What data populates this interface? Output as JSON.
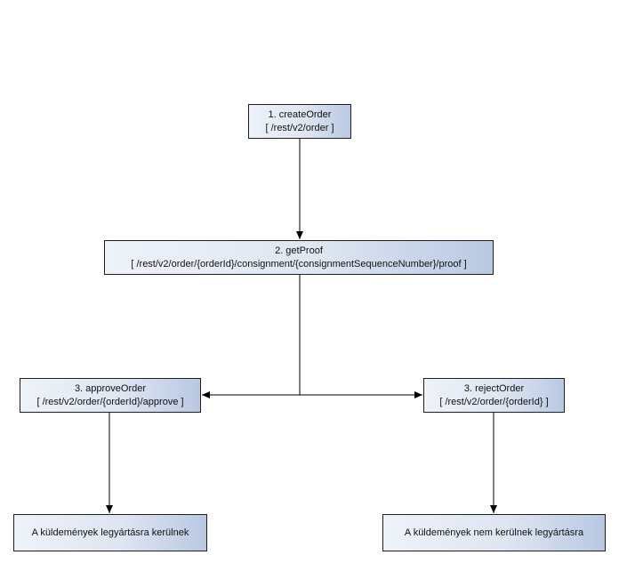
{
  "nodes": {
    "create_order": {
      "title": "1. createOrder",
      "path": "[ /rest/v2/order ]"
    },
    "get_proof": {
      "title": "2. getProof",
      "path": "[ /rest/v2/order/{orderId}/consignment/{consignmentSequenceNumber}/proof ]"
    },
    "approve_order": {
      "title": "3. approveOrder",
      "path": "[ /rest/v2/order/{orderId}/approve ]"
    },
    "reject_order": {
      "title": "3. rejectOrder",
      "path": "[ /rest/v2/order/{orderId} ]"
    },
    "outcome_approved": {
      "text": "A küldemények legyártásra kerülnek"
    },
    "outcome_rejected": {
      "text": "A küldemények nem kerülnek legyártásra"
    }
  }
}
